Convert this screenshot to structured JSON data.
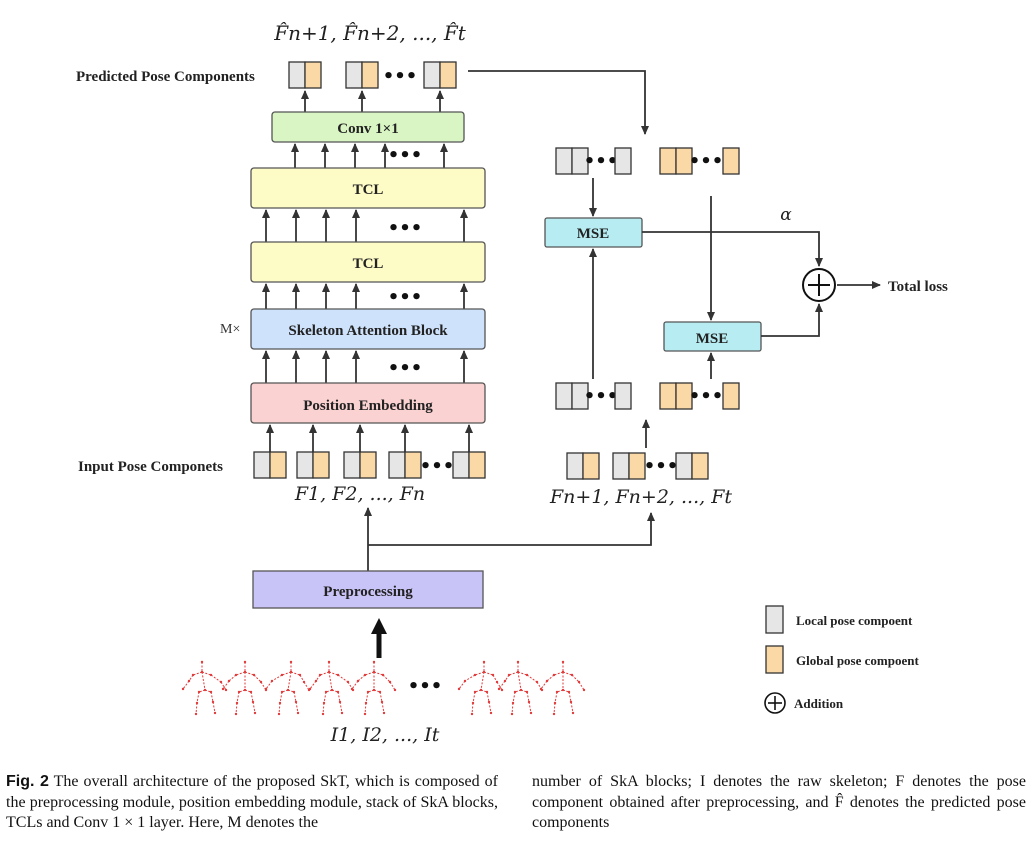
{
  "labels": {
    "predicted": "Predicted Pose Components",
    "input": "Input Pose Componets",
    "m_times": "M×",
    "alpha": "α",
    "total_loss": "Total loss"
  },
  "blocks": {
    "conv": "Conv 1×1",
    "tcl1": "TCL",
    "tcl2": "TCL",
    "skeleton": "Skeleton Attention Block",
    "position": "Position Embedding",
    "preprocessing": "Preprocessing",
    "mse1": "MSE",
    "mse2": "MSE"
  },
  "math": {
    "f_hat_seq": "F̂n+1, F̂n+2, ..., F̂t",
    "f_seq": "F1, F2, ..., Fn",
    "f_future": "Fn+1, Fn+2, ..., Ft",
    "i_seq": "I1, I2, ..., It"
  },
  "legend": {
    "local": "Local pose compoent",
    "global": "Global pose compoent",
    "addition": "Addition"
  },
  "dots": "•••",
  "caption": {
    "fig_label": "Fig. 2",
    "left": "The overall architecture of the proposed SkT, which is composed of the preprocessing module, position embedding module, stack of SkA blocks, TCLs and Conv 1 × 1 layer. Here, M denotes the",
    "right": "number of SkA blocks; I denotes the raw skeleton; F denotes the pose component obtained after preprocessing, and F̂ denotes the predicted pose components"
  },
  "colors": {
    "local": "#e6e6e6",
    "global": "#fbd9a6",
    "conv": "#d9f5c4",
    "tcl": "#fdfbc6",
    "skeleton": "#cfe2fb",
    "position": "#fbd2d2",
    "preprocessing": "#c9c4f7",
    "mse": "#b6ecf2",
    "skeleton_stroke": "#e23b3b"
  }
}
